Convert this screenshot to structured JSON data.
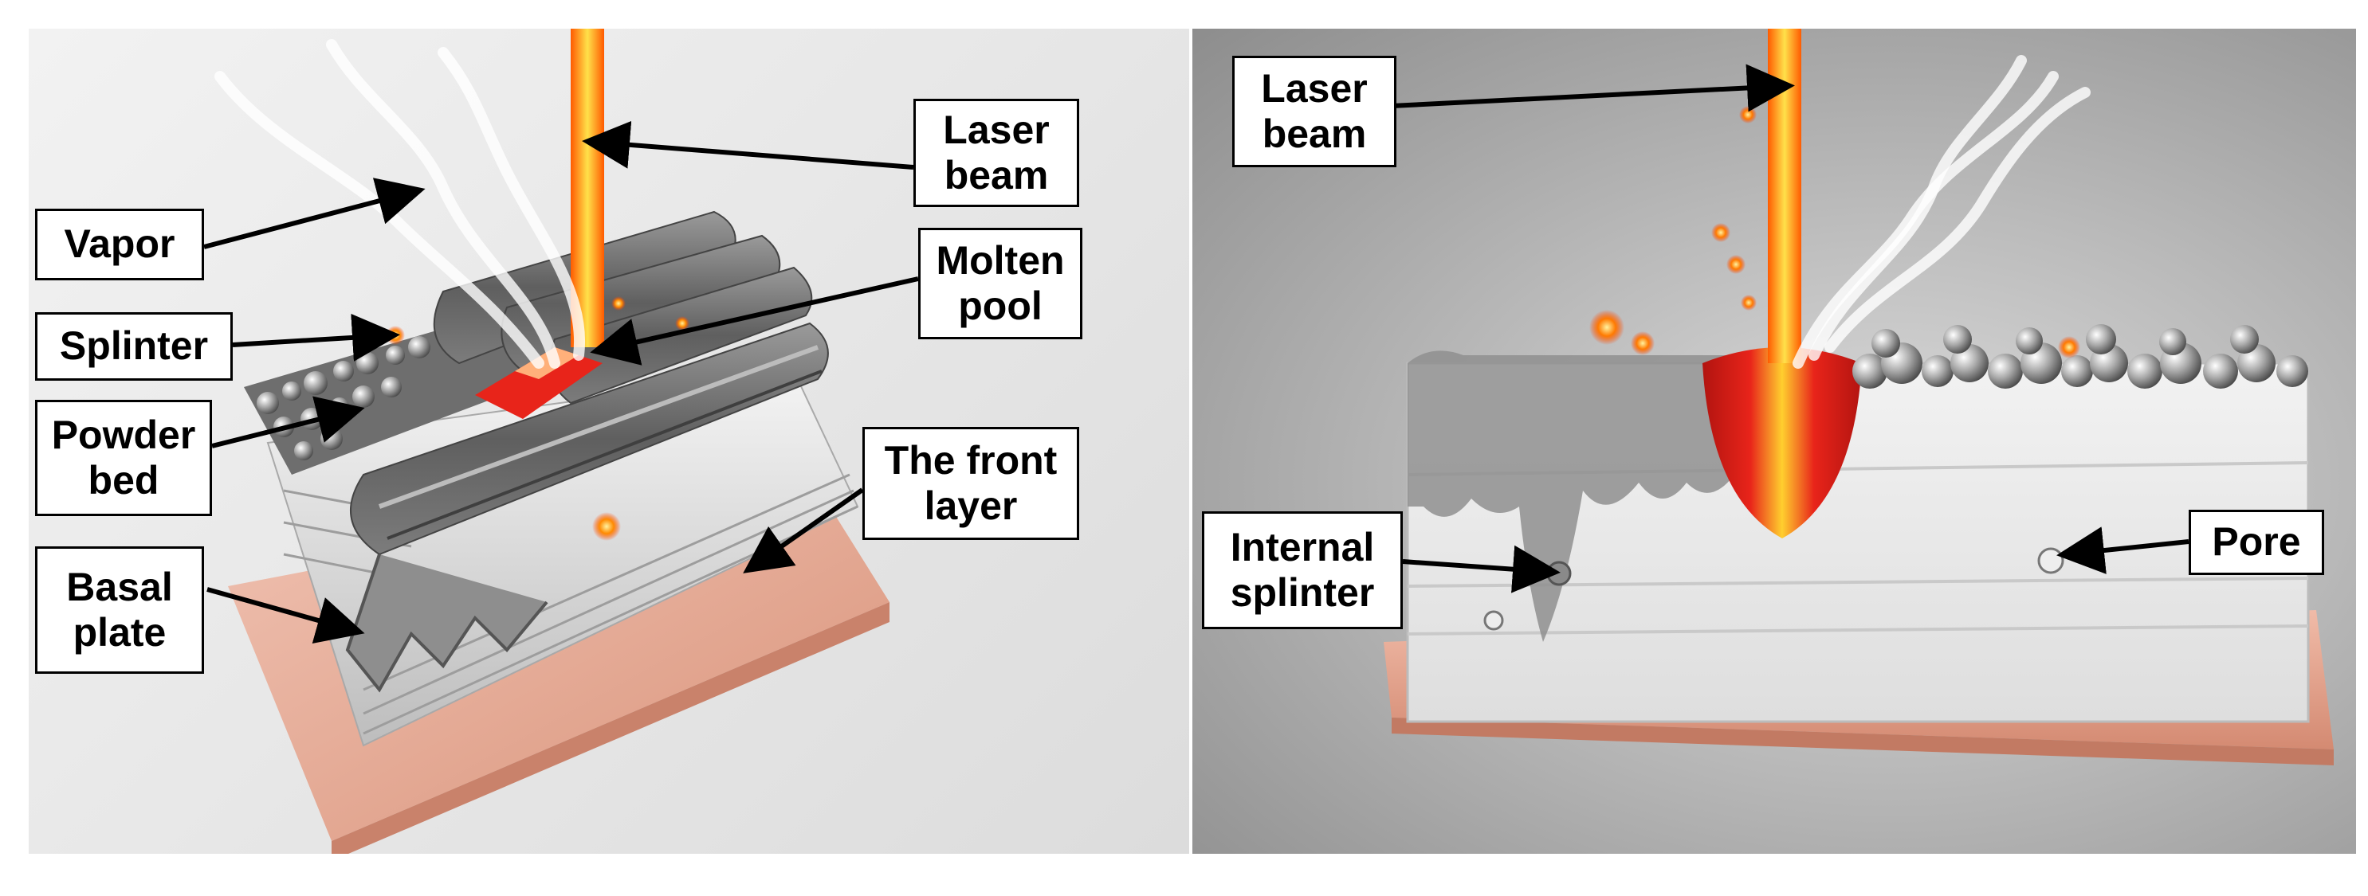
{
  "left_panel": {
    "labels": {
      "laser_beam": "Laser\nbeam",
      "vapor": "Vapor",
      "molten_pool": "Molten\npool",
      "splinter": "Splinter",
      "powder_bed": "Powder\nbed",
      "front_layer": "The front\nlayer",
      "basal_plate": "Basal\nplate"
    }
  },
  "right_panel": {
    "labels": {
      "laser_beam": "Laser\nbeam",
      "internal_splinter": "Internal\nsplinter",
      "pore": "Pore"
    }
  },
  "colors": {
    "laser": "#ff8c00",
    "molten": "#e8241a",
    "copper_plate": "#e6a48f",
    "label_border": "#000000"
  }
}
